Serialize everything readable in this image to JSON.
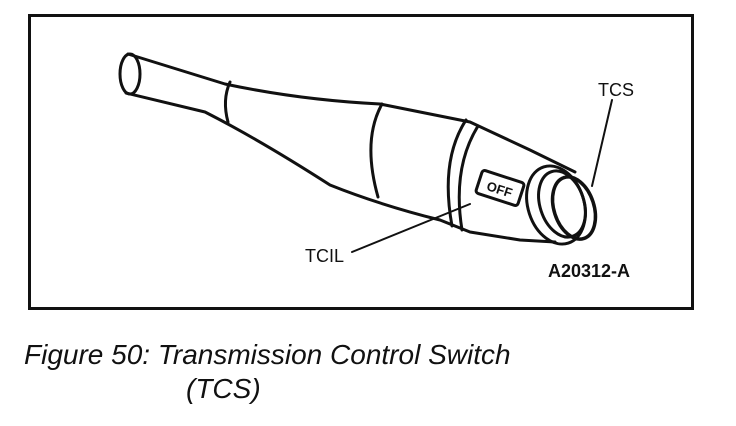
{
  "labels": {
    "tcs": "TCS",
    "tcil": "TCIL",
    "off": "OFF",
    "part_number": "A20312-A"
  },
  "caption": {
    "line1": "Figure 50: Transmission Control Switch",
    "line2": "(TCS)"
  },
  "colors": {
    "ink": "#111111",
    "paper": "#ffffff"
  }
}
